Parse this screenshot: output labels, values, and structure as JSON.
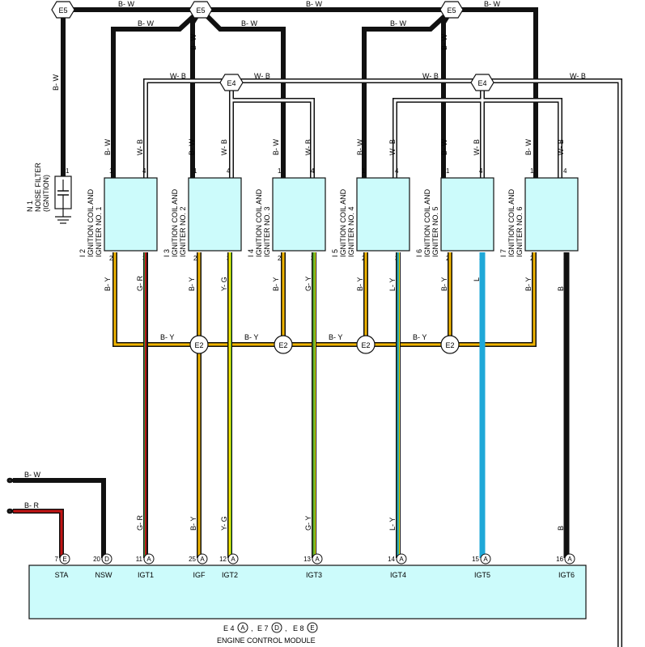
{
  "colors": {
    "bw": "#111111",
    "wb": "#ffffff",
    "by": "#f0b400",
    "gr": "#2e8b3a",
    "yg": "#f3e800",
    "gy": "#5aac2c",
    "ly": "#2aa7b0",
    "l": "#1fa8d8",
    "b": "#111111",
    "br": "#c41414",
    "box": "#ccfbfb"
  },
  "top": {
    "e5": "E5",
    "e4": "E4",
    "wire_bw": "B- W",
    "wire_wb": "W- B"
  },
  "noise_filter": {
    "ref": "N 1",
    "name": "NOISE FILTER",
    "sub": "(IGNITION)",
    "pin1": "1",
    "wire": "B- W"
  },
  "coils": [
    {
      "ref": "I 2",
      "name1": "IGNITION COIL AND",
      "name2": "IGNITER NO. 1",
      "pin1": "1",
      "pin4": "4",
      "pin2": "2",
      "pin3": "3",
      "w1": "B- W",
      "w4": "W- B",
      "w2": "B- Y",
      "w3": "G- R"
    },
    {
      "ref": "I 3",
      "name1": "IGNITION COIL AND",
      "name2": "IGNITER NO. 2",
      "pin1": "1",
      "pin4": "4",
      "pin2": "2",
      "pin3": "3",
      "w1": "B- W",
      "w4": "W- B",
      "w2": "B- Y",
      "w3": "Y- G"
    },
    {
      "ref": "I 4",
      "name1": "IGNITION COIL AND",
      "name2": "IGNITER NO. 3",
      "pin1": "1",
      "pin4": "4",
      "pin2": "2",
      "pin3": "3",
      "w1": "B- W",
      "w4": "W- B",
      "w2": "B- Y",
      "w3": "G- Y"
    },
    {
      "ref": "I 5",
      "name1": "IGNITION COIL AND",
      "name2": "IGNITER NO. 4",
      "pin1": "1",
      "pin4": "4",
      "pin2": "2",
      "pin3": "3",
      "w1": "B- W",
      "w4": "W- B",
      "w2": "B- Y",
      "w3": "L- Y"
    },
    {
      "ref": "I 6",
      "name1": "IGNITION COIL AND",
      "name2": "IGNITER NO. 5",
      "pin1": "1",
      "pin4": "4",
      "pin2": "2",
      "pin3": "3",
      "w1": "B- W",
      "w4": "W- B",
      "w2": "B- Y",
      "w3": "L"
    },
    {
      "ref": "I 7",
      "name1": "IGNITION COIL AND",
      "name2": "IGNITER NO. 6",
      "pin1": "1",
      "pin4": "4",
      "pin2": "2",
      "pin3": "3",
      "w1": "B- W",
      "w4": "W- B",
      "w2": "B- Y",
      "w3": "B"
    }
  ],
  "e2": {
    "label": "E2",
    "wire": "B- Y"
  },
  "left_wires": {
    "bw": "B- W",
    "br": "B- R"
  },
  "ecm": {
    "name": "ENGINE CONTROL MODULE",
    "connectors": "E 4 (A) ,  E 7 (D) ,  E 8 (E)",
    "c1_ref": "E 4",
    "c1_id": "A",
    "c2_ref": "E 7",
    "c2_id": "D",
    "c3_ref": "E 8",
    "c3_id": "E",
    "terminals": [
      {
        "pin": "7",
        "conn": "E",
        "name": "STA",
        "wire": ""
      },
      {
        "pin": "20",
        "conn": "D",
        "name": "NSW",
        "wire": ""
      },
      {
        "pin": "11",
        "conn": "A",
        "name": "IGT1",
        "wire": "G- R"
      },
      {
        "pin": "25",
        "conn": "A",
        "name": "IGF",
        "wire": "B- Y"
      },
      {
        "pin": "12",
        "conn": "A",
        "name": "IGT2",
        "wire": "Y- G"
      },
      {
        "pin": "13",
        "conn": "A",
        "name": "IGT3",
        "wire": "G- Y"
      },
      {
        "pin": "14",
        "conn": "A",
        "name": "IGT4",
        "wire": "L- Y"
      },
      {
        "pin": "15",
        "conn": "A",
        "name": "IGT5",
        "wire": ""
      },
      {
        "pin": "16",
        "conn": "A",
        "name": "IGT6",
        "wire": "B"
      }
    ]
  }
}
